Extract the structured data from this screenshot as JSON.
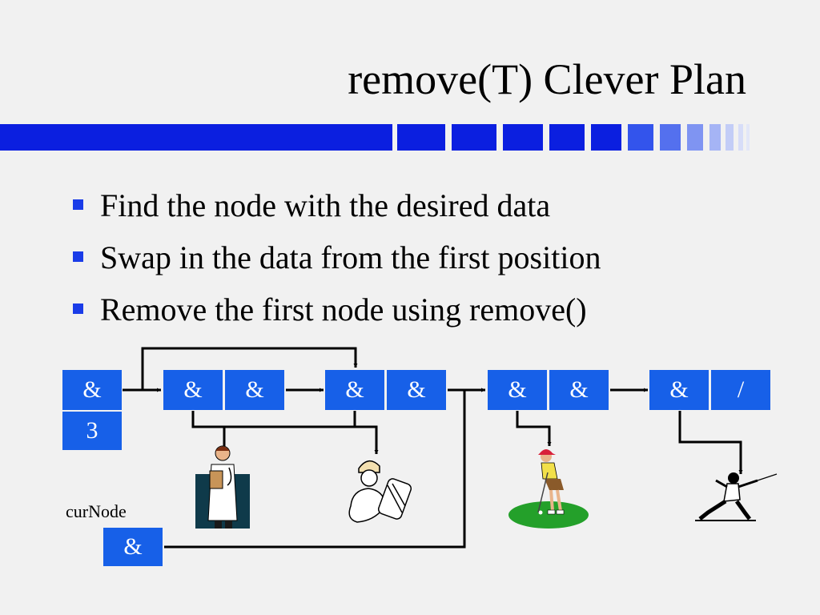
{
  "slide": {
    "title": "remove(T) Clever Plan",
    "bullets": [
      "Find the node with the desired data",
      "Swap in the data from the first position",
      "Remove the first node using remove()"
    ]
  },
  "diagram": {
    "head": {
      "ref": "&",
      "count": "3"
    },
    "nodes": [
      {
        "data": "&",
        "next": "&"
      },
      {
        "data": "&",
        "next": "&"
      },
      {
        "data": "&",
        "next": "&"
      },
      {
        "data": "&",
        "next": "/"
      }
    ],
    "cur_node": {
      "label": "curNode",
      "ref": "&"
    },
    "images": [
      "doctor-icon",
      "architect-icon",
      "golfer-icon",
      "fencer-icon"
    ]
  },
  "colors": {
    "accent_bar": "#0b1fe0",
    "node_box": "#1760e8",
    "bullet": "#1a3ce8"
  }
}
